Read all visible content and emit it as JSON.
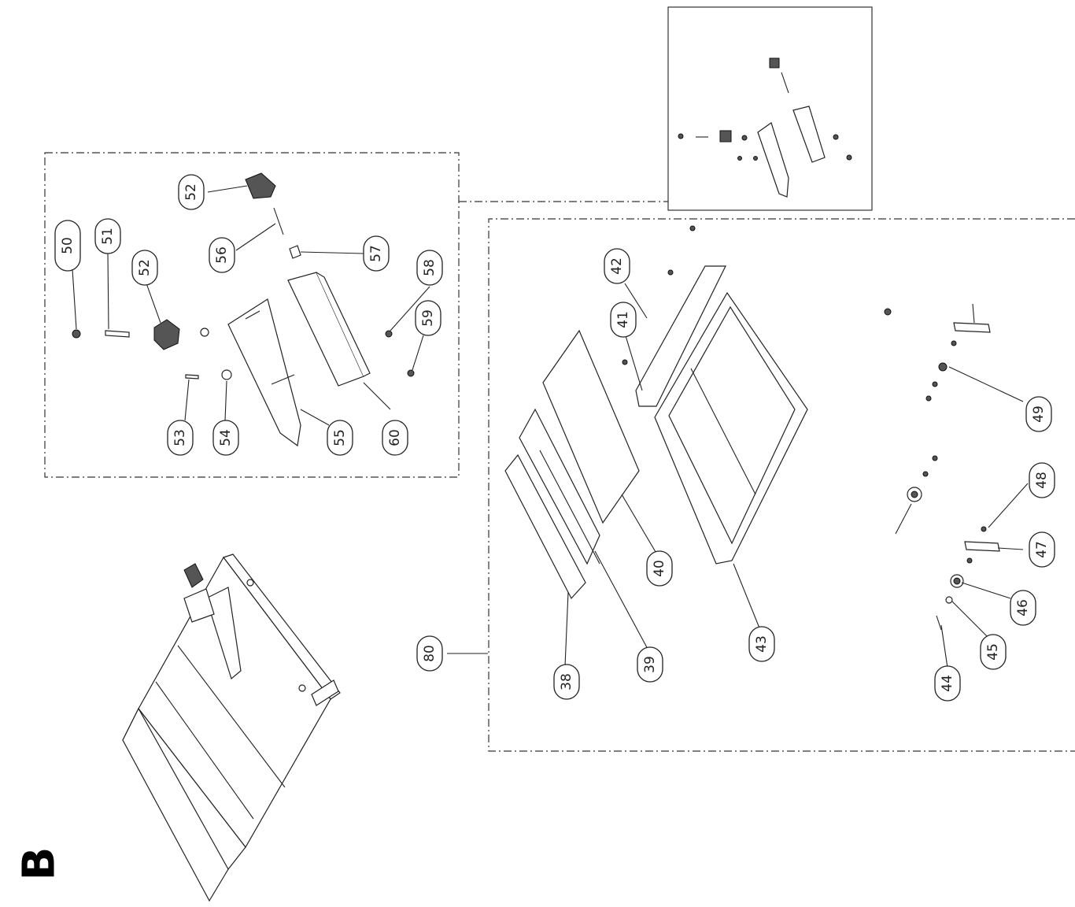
{
  "diagram": {
    "view_letter": "B",
    "callouts": {
      "c50": "50",
      "c51": "51",
      "c52a": "52",
      "c52b": "52",
      "c53": "53",
      "c54": "54",
      "c55": "55",
      "c56": "56",
      "c57": "57",
      "c58": "58",
      "c59": "59",
      "c60": "60",
      "c38": "38",
      "c39": "39",
      "c40": "40",
      "c41": "41",
      "c42": "42",
      "c43": "43",
      "c44": "44",
      "c45": "45",
      "c46": "46",
      "c47": "47",
      "c48": "48",
      "c49": "49",
      "c80": "80"
    }
  }
}
